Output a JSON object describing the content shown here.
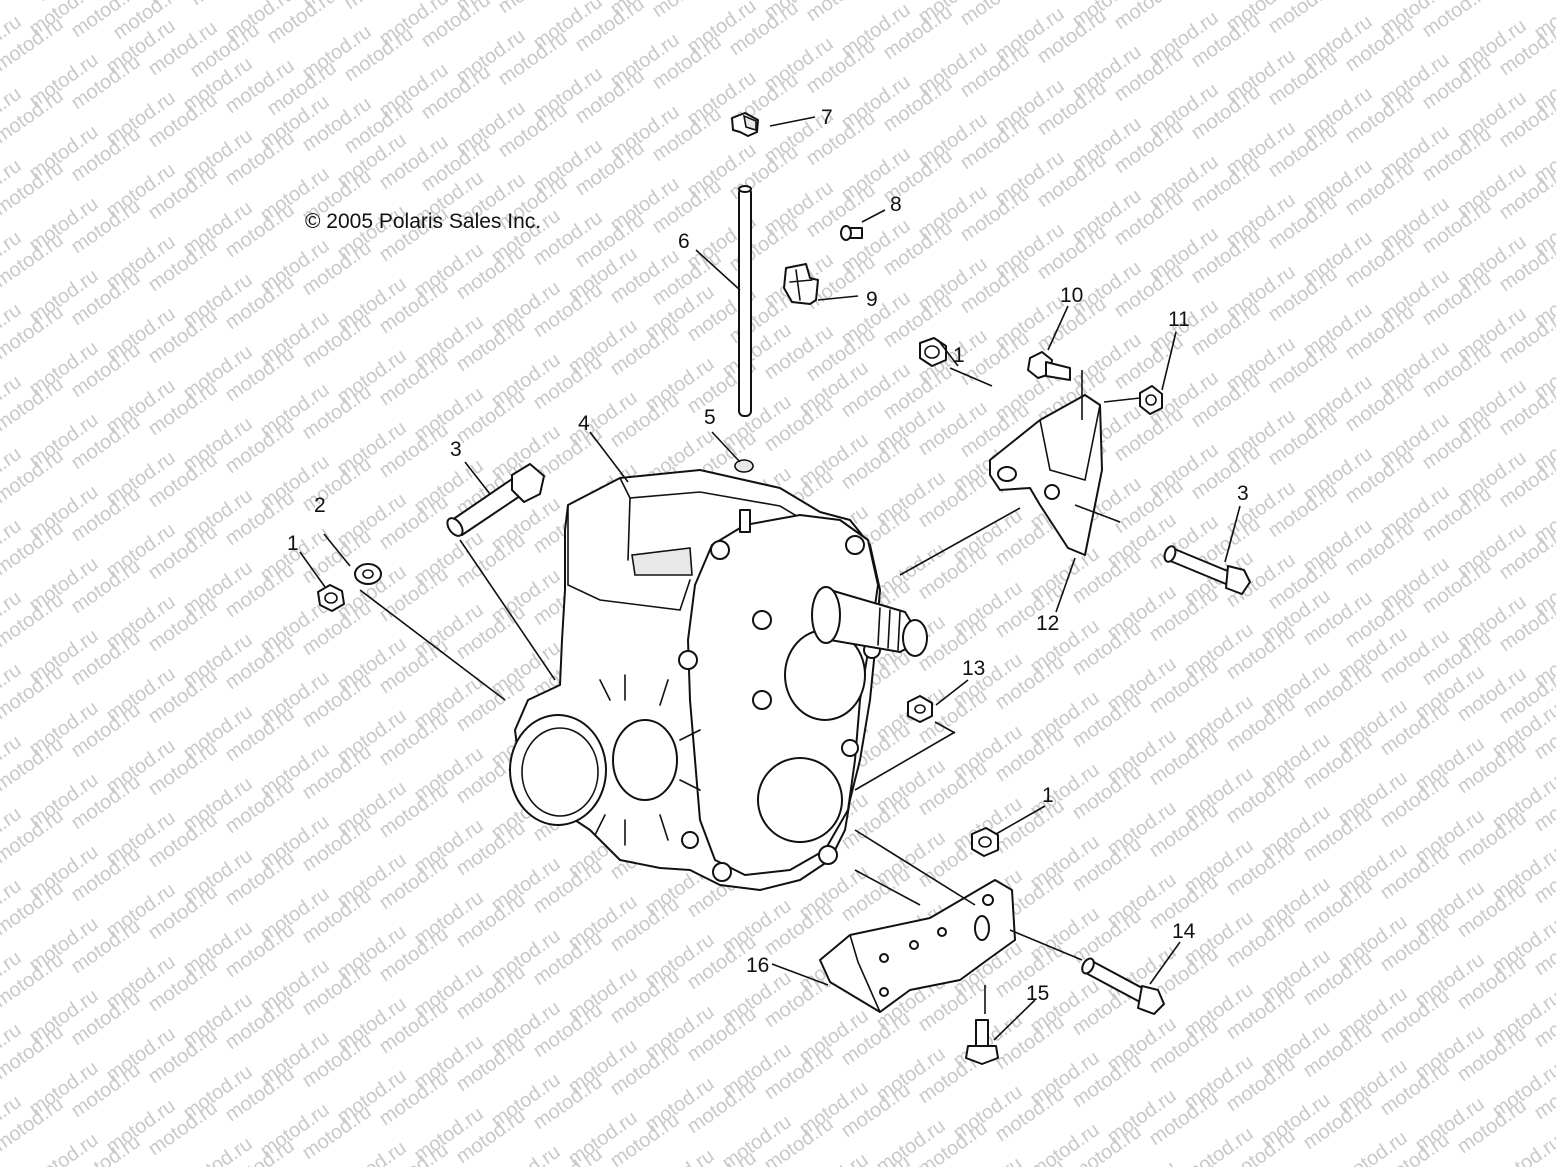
{
  "copyright": "© 2005 Polaris Sales Inc.",
  "watermark": "motod.ru",
  "callouts": {
    "c1a": "1",
    "c1b": "1",
    "c1c": "1",
    "c2": "2",
    "c3a": "3",
    "c3b": "3",
    "c4": "4",
    "c5": "5",
    "c6": "6",
    "c7": "7",
    "c8": "8",
    "c9": "9",
    "c10": "10",
    "c11": "11",
    "c12": "12",
    "c13": "13",
    "c14": "14",
    "c15": "15",
    "c16": "16"
  }
}
